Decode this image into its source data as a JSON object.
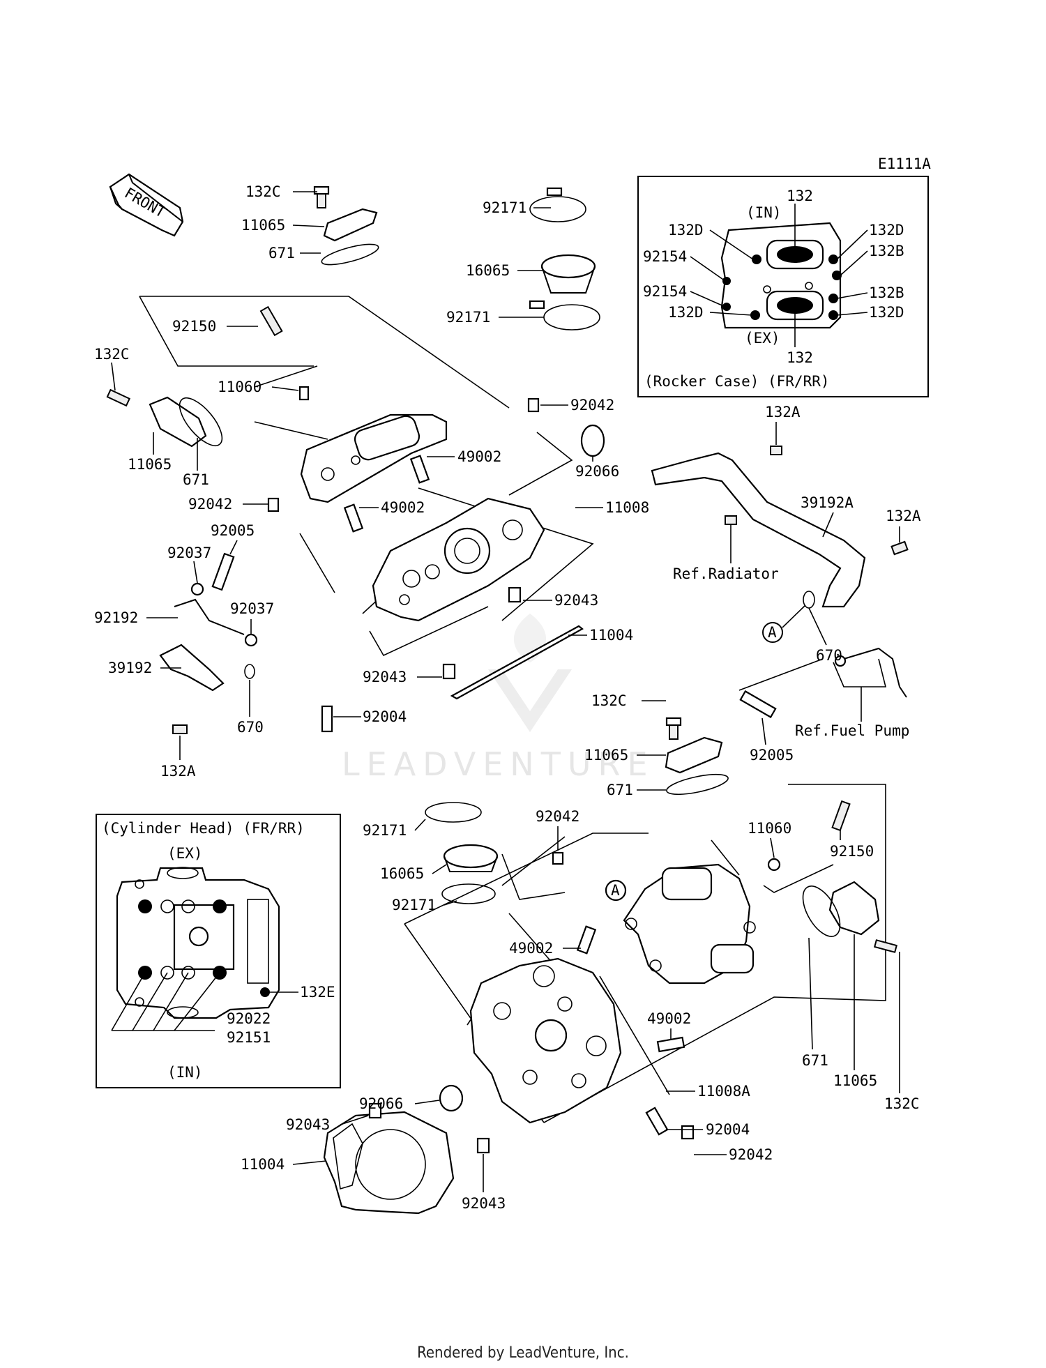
{
  "diagram_id": "E1111A",
  "front_label": "FRONT",
  "watermark": "LEADVENTURE",
  "footer": "Rendered by LeadVenture, Inc.",
  "inset_rocker": {
    "title": "(Rocker Case) (FR/RR)",
    "in_label": "(IN)",
    "ex_label": "(EX)",
    "labels": {
      "top": "132",
      "bottom": "132",
      "d_tl": "132D",
      "d_tr": "132D",
      "b_r1": "132B",
      "b_r2": "132B",
      "d_bl": "132D",
      "d_br": "132D",
      "g1": "92154",
      "g2": "92154"
    }
  },
  "inset_head": {
    "title": "(Cylinder Head) (FR/RR)",
    "ex_label": "(EX)",
    "in_label": "(IN)",
    "labels": {
      "e": "132E",
      "a": "92022",
      "b": "92151"
    }
  },
  "parts": {
    "p132C_1": "132C",
    "p11065_1": "11065",
    "p671_1": "671",
    "p92150_1": "92150",
    "p11060_1": "11060",
    "p132C_2": "132C",
    "p11065_2": "11065",
    "p671_2": "671",
    "p92042_1": "92042",
    "p92005_1": "92005",
    "p92037_1": "92037",
    "p92192": "92192",
    "p92037_2": "92037",
    "p39192": "39192",
    "p670_1": "670",
    "p132A_1": "132A",
    "p92004_1": "92004",
    "p92171_1": "92171",
    "p16065_1": "16065",
    "p92171_2": "92171",
    "p92042_2": "92042",
    "p49002_1": "49002",
    "p49002_2": "49002",
    "p92066_1": "92066",
    "p11008": "11008",
    "p92043_1": "92043",
    "p11004_1": "11004",
    "p92043_2": "92043",
    "p132A_2": "132A",
    "p39192A": "39192A",
    "p132A_3": "132A",
    "ref_radiator": "Ref.Radiator",
    "p670_2": "670",
    "circleA_1": "A",
    "ref_fuel": "Ref.Fuel Pump",
    "p92005_2": "92005",
    "p132C_3": "132C",
    "p11065_3": "11065",
    "p671_3": "671",
    "p92171_3": "92171",
    "p92042_3": "92042",
    "p16065_2": "16065",
    "p92171_4": "92171",
    "p11060_2": "11060",
    "p92150_2": "92150",
    "p49002_3": "49002",
    "circleA_2": "A",
    "p49002_4": "49002",
    "p671_4": "671",
    "p11065_4": "11065",
    "p132C_4": "132C",
    "p11008A": "11008A",
    "p92066_2": "92066",
    "p92043_3": "92043",
    "p11004_2": "11004",
    "p92004_2": "92004",
    "p92042_4": "92042",
    "p92043_4": "92043"
  }
}
